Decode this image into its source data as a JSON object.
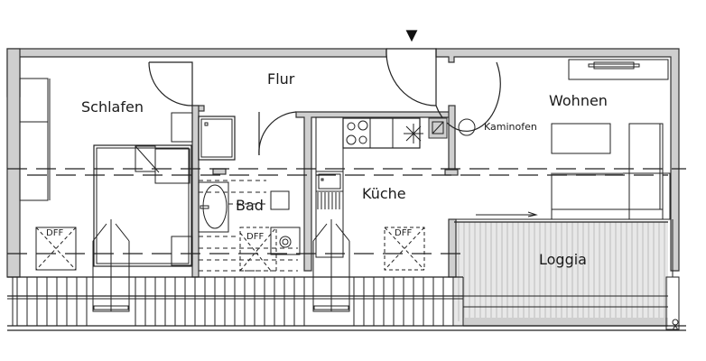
{
  "plan": {
    "entrance_marker": "▼",
    "rooms": [
      {
        "id": "schlafen",
        "label": "Schlafen"
      },
      {
        "id": "flur",
        "label": "Flur"
      },
      {
        "id": "wohnen",
        "label": "Wohnen"
      },
      {
        "id": "bad",
        "label": "Bad"
      },
      {
        "id": "kueche",
        "label": "Küche"
      },
      {
        "id": "loggia",
        "label": "Loggia"
      }
    ],
    "fixtures": {
      "kaminofen": "Kaminofen",
      "skylight_label": "DFF"
    },
    "colors": {
      "wall_fill": "#cfcfcf",
      "line": "#222222",
      "loggia_fill": "#e4e4e4",
      "background": "#ffffff"
    }
  }
}
